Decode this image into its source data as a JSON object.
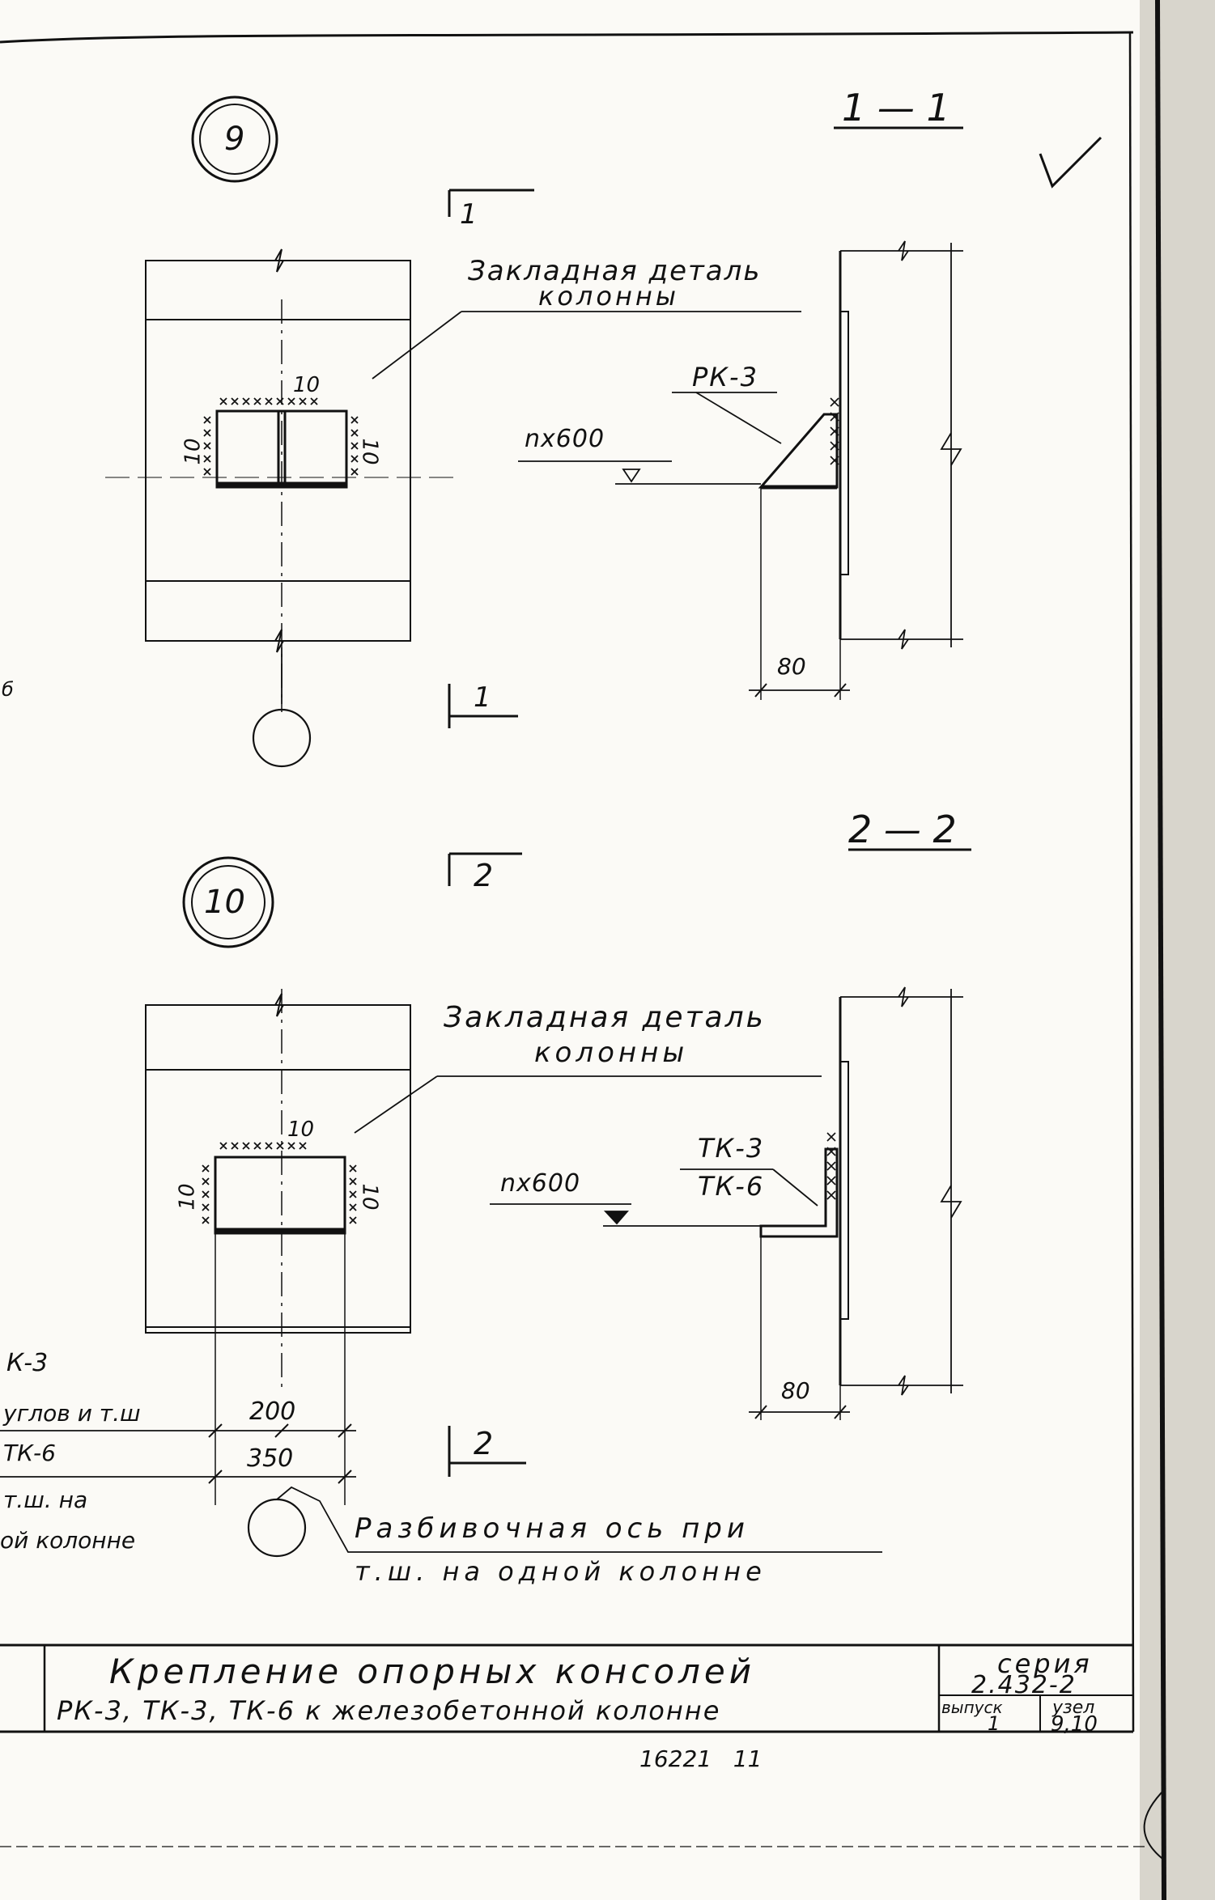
{
  "detail9": {
    "node_number": "9",
    "section_mark": "1",
    "embedded_part_label_1": "Закладная деталь",
    "embedded_part_label_2": "колонны",
    "weld_top": "10",
    "weld_left": "10",
    "weld_right": "10"
  },
  "section11": {
    "title": "1 — 1",
    "part_label": "РК-3",
    "level_label": "nx600",
    "dim_width": "80"
  },
  "detail10": {
    "node_number": "10",
    "section_mark": "2",
    "embedded_part_label_1": "Закладная деталь",
    "embedded_part_label_2": "колонны",
    "weld_top": "10",
    "weld_left": "10",
    "weld_right": "10"
  },
  "section22": {
    "title": "2 — 2",
    "part_label_1": "ТК-3",
    "part_label_2": "ТК-6",
    "level_label": "nx600",
    "dim_width": "80"
  },
  "left_notes": {
    "line1": "К-3",
    "line2": "углов и т.ш",
    "line3": "ТК-6",
    "line4": "т.ш. на",
    "line5": "ой колонне",
    "dim_200": "200",
    "dim_350": "350"
  },
  "axis_note": {
    "line1": "Разбивочная ось при",
    "line2": "т.ш. на одной колонне"
  },
  "title_block": {
    "title_line1": "Крепление опорных консолей",
    "title_line2": "РК-3, ТК-3, ТК-6 к железобетонной колонне",
    "series_label": "серия",
    "series_value": "2.432-2",
    "issue_label": "выпуск",
    "issue_value": "1",
    "node_label": "узел",
    "node_value": "9,10"
  },
  "footer_number": "16221   11",
  "margin_mark": "б",
  "check_mark": "✓"
}
